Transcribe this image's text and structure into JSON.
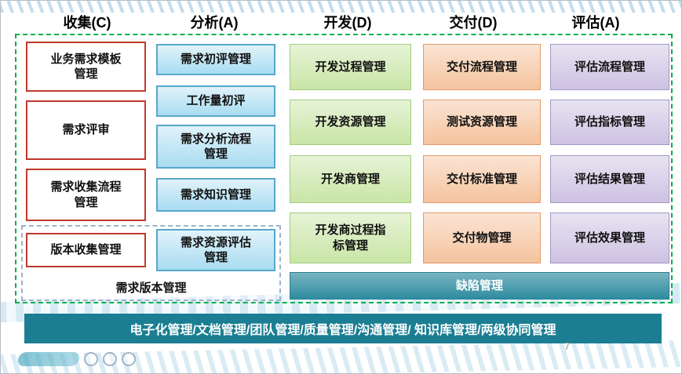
{
  "columns": {
    "collect": {
      "header": "收集(C)",
      "items": [
        "业务需求模板管理",
        "需求评审",
        "需求收集流程管理"
      ]
    },
    "analyze": {
      "header": "分析(A)",
      "items": [
        "需求初评管理",
        "工作量初评",
        "需求分析流程管理",
        "需求知识管理"
      ]
    },
    "develop": {
      "header": "开发(D)",
      "items": [
        "开发过程管理",
        "开发资源管理",
        "开发商管理",
        "开发商过程指标管理"
      ]
    },
    "deliver": {
      "header": "交付(D)",
      "items": [
        "交付流程管理",
        "测试资源管理",
        "交付标准管理",
        "交付物管理"
      ]
    },
    "evaluate": {
      "header": "评估(A)",
      "items": [
        "评估流程管理",
        "评估指标管理",
        "评估结果管理",
        "评估效果管理"
      ]
    }
  },
  "version_group": {
    "label": "需求版本管理",
    "items": [
      "版本收集管理",
      "需求资源评估管理"
    ]
  },
  "defect_box": {
    "label": "缺陷管理"
  },
  "bottom_bar": {
    "label": "电子化管理/文档管理/团队管理/质量管理/沟通管理/ 知识库管理/两级协同管理"
  },
  "page_number": "7",
  "colors": {
    "collect_border": "#C0392B",
    "analyze_fill": "#A9DCF1",
    "analyze_border": "#57A8CB",
    "develop_fill": "#C9E5A6",
    "develop_border": "#A3CD7F",
    "deliver_fill": "#F5C39E",
    "deliver_border": "#E39A6E",
    "evaluate_fill": "#CDC2E2",
    "evaluate_border": "#A597C7",
    "defect_fill": "#2F8CA0",
    "bottom_bar_fill": "#1B7E93",
    "frame_dashed": "#00B050"
  }
}
